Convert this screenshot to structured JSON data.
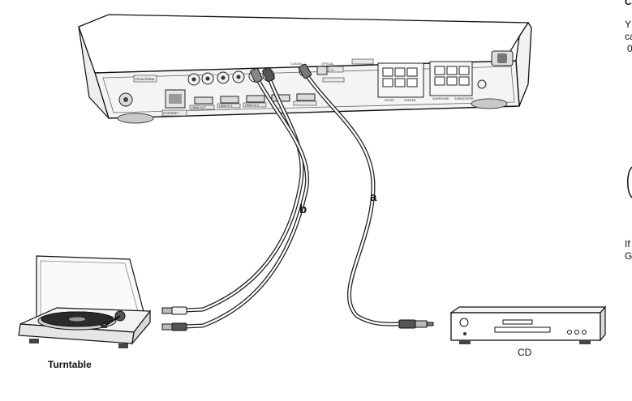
{
  "diagram": {
    "labels": {
      "turntable": "Turntable",
      "cd": "CD",
      "cable_a": "a",
      "cable_b": "b"
    },
    "panel_text": {
      "fm_antenna": "FM ANTENNA",
      "ethernet": "ETHERNET",
      "hdmi_out": "HDMI OUT",
      "hdmi_in1": "HDMI IN 1",
      "hdmi_in2": "HDMI IN 2",
      "coaxial": "COAXIAL",
      "optical": "OPTICAL",
      "tv": "TV",
      "front": "FRONT",
      "center": "CENTER",
      "surround": "SURROUND",
      "subwoofer": "SUBWOOFER"
    },
    "edge_text": {
      "top_right": "C",
      "line1": "Y",
      "line2": "ca",
      "line3": "0",
      "lower1": "If",
      "lower2": "G"
    }
  }
}
